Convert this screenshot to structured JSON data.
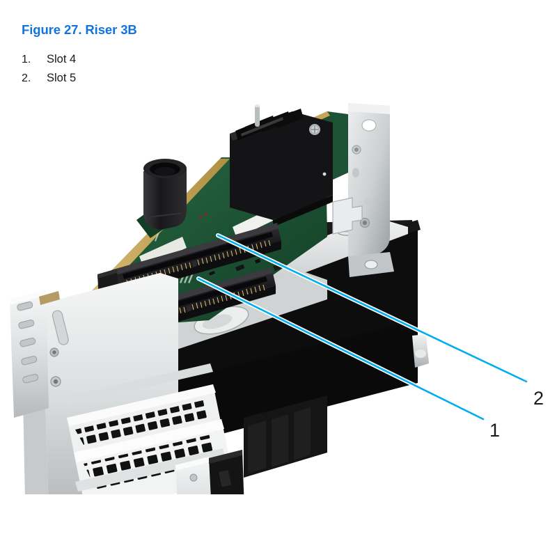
{
  "figure": {
    "caption": "Figure 27. Riser 3B",
    "caption_color": "#1273dc"
  },
  "legend": {
    "items": [
      {
        "number": "1.",
        "label": "Slot 4"
      },
      {
        "number": "2.",
        "label": "Slot 5"
      }
    ]
  },
  "callouts": [
    {
      "id": "1",
      "label": "1",
      "target": "Slot 4",
      "leader_color": "#00aeef"
    },
    {
      "id": "2",
      "label": "2",
      "target": "Slot 5",
      "leader_color": "#00aeef"
    }
  ],
  "photo": {
    "alt": "Dell PowerEdge Riser 3B assembly with two PCIe slots, metal bracket and black air shroud",
    "colors": {
      "pcb_green": "#1f5c3a",
      "pcb_green_dark": "#123d26",
      "gold": "#c9a65a",
      "connector_black": "#1b1b1d",
      "shroud_black": "#101010",
      "metal_light": "#d8dadb",
      "metal_mid": "#b4b8ba",
      "metal_dark": "#8d9294",
      "background": "#ffffff"
    }
  }
}
